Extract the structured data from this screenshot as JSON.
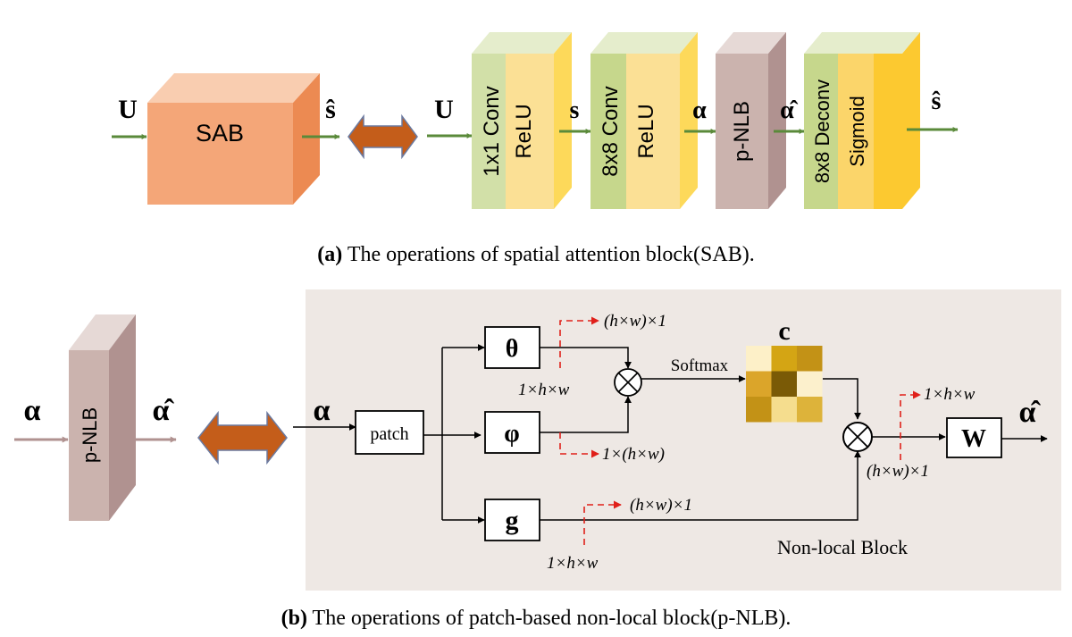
{
  "panel_a": {
    "input": "U",
    "output": "ŝ",
    "sab_label": "SAB",
    "layers": {
      "conv1x1": "1x1 Conv",
      "relu1": "ReLU",
      "s": "s",
      "conv8x8": "8x8 Conv",
      "relu2": "ReLU",
      "alpha": "α",
      "pnlb": "p-NLB",
      "alpha_hat": "α̂",
      "deconv": "8x8 Deconv",
      "sigmoid": "Sigmoid",
      "s_hat": "ŝ"
    },
    "caption_tag": "(a)",
    "caption": " The operations of spatial attention block(SAB)."
  },
  "panel_b": {
    "left_in": "α",
    "left_block": "p-NLB",
    "left_out": "α̂",
    "in": "α",
    "patch": "patch",
    "theta": "θ",
    "phi": "φ",
    "g": "g",
    "c": "c",
    "w": "W",
    "out": "α̂",
    "softmax": "Softmax",
    "dim_theta": "(h×w)×1",
    "dim_1hw_a": "1×h×w",
    "dim_phi": "1×(h×w)",
    "dim_g": "(h×w)×1",
    "dim_1hw_b": "1×h×w",
    "dim_1hw_c": "1×h×w",
    "dim_hw1": "(h×w)×1",
    "nonlocal": "Non-local Block",
    "caption_tag": "(b)",
    "caption": " The operations of patch-based non-local block(p-NLB).",
    "heatmap": [
      [
        "#fdf0c8",
        "#d4a514",
        "#c39216"
      ],
      [
        "#dba52a",
        "#7a5a06",
        "#fcf0cc"
      ],
      [
        "#c39216",
        "#f5dd8e",
        "#ddb33a"
      ]
    ]
  },
  "colors": {
    "green_arrow": "#5a8a3a",
    "orange_box": "#f4a678",
    "double_arrow": "#c45d1a",
    "panel_bg": "#eee8e4",
    "red_dash": "#e0201a",
    "pnlb_box": "#cbb3ae"
  }
}
